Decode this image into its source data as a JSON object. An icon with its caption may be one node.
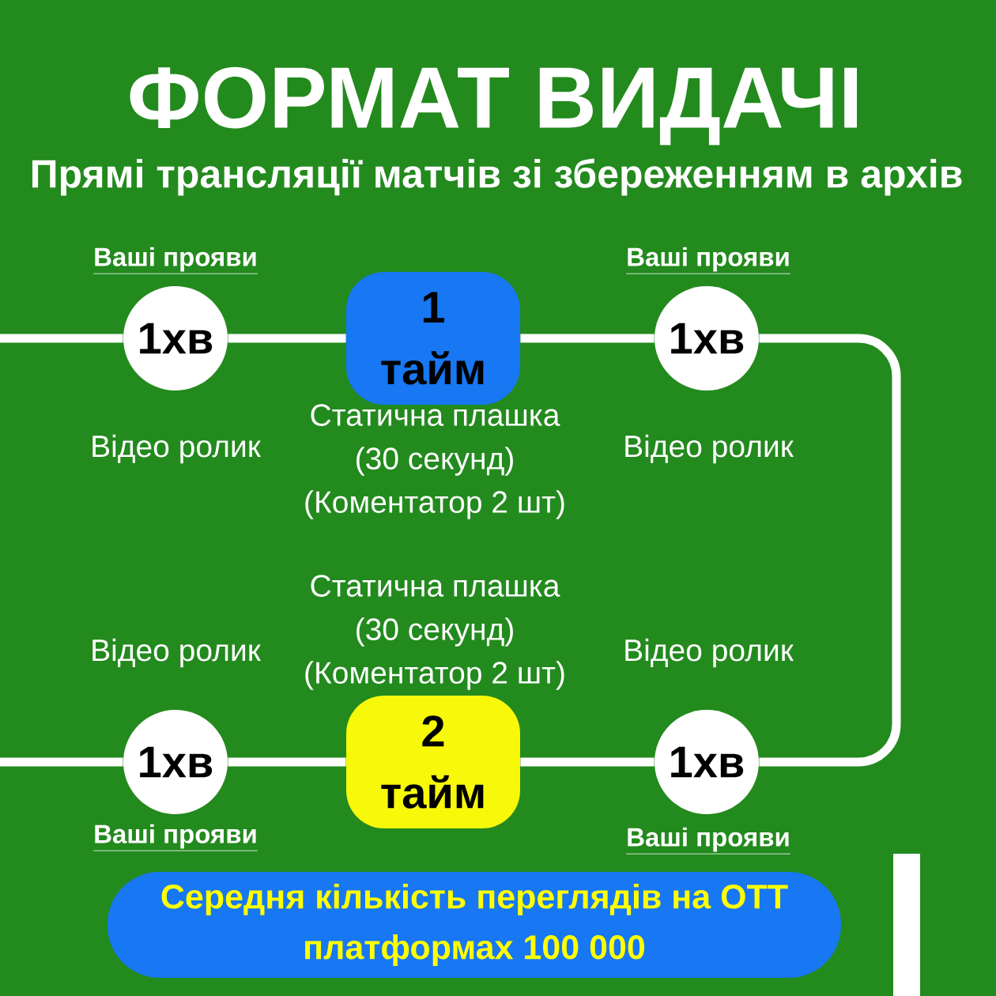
{
  "diagram": {
    "title": "ФОРМАТ ВИДАЧІ",
    "nodes": [
      {
        "text": [
          "1хв"
        ],
        "beside": [
          "Ваші прояви",
          "Відео ролик"
        ]
      },
      {
        "text": [
          "1 тайм"
        ],
        "beside": [
          "Статична плашка (30 секунд) (Коментатор 2 шт)"
        ]
      },
      {
        "text": [
          "1хв"
        ],
        "beside": [
          "Ваші прояви",
          "Відео ролик"
        ]
      },
      {
        "text": [
          "1хв"
        ],
        "beside": [
          "Відео ролик",
          "Ваші прояви"
        ]
      },
      {
        "text": [
          "2 тайм"
        ],
        "beside": [
          "Статична плашка (30 секунд) (Коментатор 2 шт)"
        ]
      },
      {
        "text": [
          "1хв"
        ],
        "beside": [
          "Відео ролик",
          "Ваші прояви"
        ]
      },
      {
        "text": [
          "Середня кількість переглядів на ОТТ платформах 100 000"
        ]
      },
      {
        "text": [],
        "shape": "bar"
      }
    ],
    "edges": [
      {
        "from": null,
        "to": 0,
        "arrow": "none"
      },
      {
        "from": 0,
        "to": 1,
        "arrow": "none"
      },
      {
        "from": 1,
        "to": 2,
        "arrow": "none"
      },
      {
        "from": 2,
        "to": 5,
        "arrow": "none"
      },
      {
        "from": 5,
        "to": 4,
        "arrow": "none"
      },
      {
        "from": 4,
        "to": 3,
        "arrow": "none"
      },
      {
        "from": 3,
        "to": null,
        "arrow": "none"
      }
    ],
    "labels": [
      "Прямі трансляції матчів зі збереженням в архів"
    ]
  }
}
